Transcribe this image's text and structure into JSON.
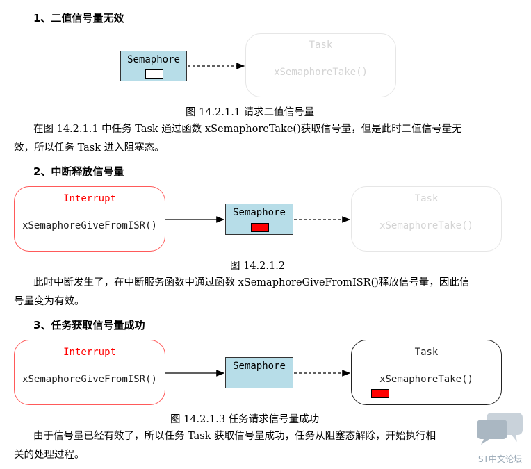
{
  "sections": [
    {
      "heading": "1、二值信号量无效",
      "caption": "图 14.2.1.1 请求二值信号量",
      "paragraph": [
        "在图 14.2.1.1 中任务 Task 通过函数 xSemaphoreTake()获取信号量，但是此时二值信号量无",
        "效，所以任务 Task 进入阻塞态。"
      ]
    },
    {
      "heading": "2、中断释放信号量",
      "caption": "图 14.2.1.2",
      "paragraph": [
        "此时中断发生了，在中断服务函数中通过函数 xSemaphoreGiveFromISR()释放信号量，因此信",
        "号量变为有效。"
      ]
    },
    {
      "heading": "3、任务获取信号量成功",
      "caption": "图 14.2.1.3 任务请求信号量成功",
      "paragraph": [
        "由于信号量已经有效了，所以任务 Task 获取信号量成功，任务从阻塞态解除，开始执行相",
        "关的处理过程。"
      ]
    }
  ],
  "diagram": {
    "semaphore_label": "Semaphore",
    "task_title": "Task",
    "task_function": "xSemaphoreTake()",
    "interrupt_title": "Interrupt",
    "interrupt_function": "xSemaphoreGiveFromISR()"
  },
  "colors": {
    "semaphore_fill": "#b7dde8",
    "token_valid": "#ff0000",
    "token_invalid": "#ffffff",
    "interrupt": "#ff0000"
  },
  "watermark": "ST中文论坛"
}
